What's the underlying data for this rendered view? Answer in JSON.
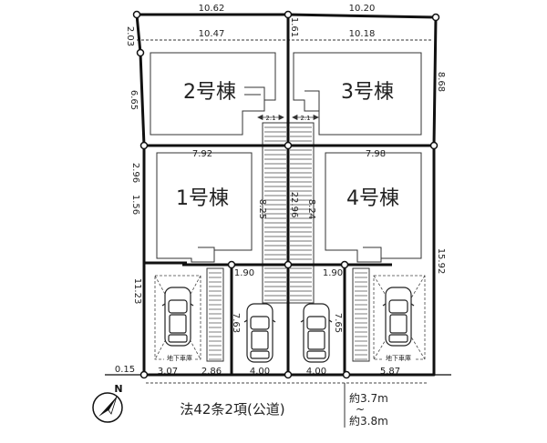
{
  "buildings": {
    "b2": "2号棟",
    "b3": "3号棟",
    "b1": "1号棟",
    "b4": "4号棟"
  },
  "dimensions": {
    "top_left": "10.62",
    "top_right": "10.20",
    "setback_left": "10.47",
    "setback_right": "10.18",
    "left_setback_depth": "2.03",
    "center_setback_depth": "1.61",
    "left_upper": "6.65",
    "right_upper": "8.68",
    "passage_left_width": "2.1",
    "passage_right_width": "2.1",
    "mid_left_width": "7.92",
    "mid_right_width": "7.98",
    "left_mid": "2.96",
    "left_small": "1.56",
    "passage_left_len": "8.25",
    "passage_center_len": "22.96",
    "passage_right_len": "8.24",
    "right_lower": "15.92",
    "left_lower": "11.23",
    "parking_left_width": "1.90",
    "parking_right_width": "1.90",
    "parking_left_len": "7.63",
    "parking_right_len": "7.65",
    "corner_offset": "0.15",
    "bottom_a": "3.07",
    "bottom_b": "2.86",
    "bottom_c": "4.00",
    "bottom_d": "4.00",
    "bottom_e": "5.87"
  },
  "labels": {
    "underground_left": "地下車庫",
    "underground_right": "地下車庫",
    "road": "法42条2項(公道)",
    "road_width_top": "約3.7m",
    "road_width_sep": "~",
    "road_width_bottom": "約3.8m",
    "north": "N"
  }
}
